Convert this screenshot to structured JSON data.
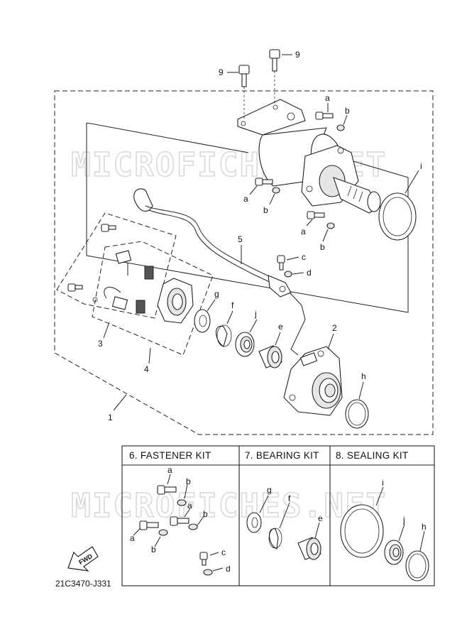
{
  "diagram": {
    "code": "21C3470-J331",
    "watermark": "MICROFICHES.NET",
    "fwd_label": "FWD",
    "callouts": {
      "n1": "1",
      "n2": "2",
      "n3": "3",
      "n4": "4",
      "n5": "5",
      "n9": "9",
      "a": "a",
      "b": "b",
      "c": "c",
      "d": "d",
      "e": "e",
      "f": "f",
      "g": "g",
      "h": "h",
      "i": "i",
      "j": "j"
    },
    "kits": [
      {
        "title": "6.  FASTENER KIT"
      },
      {
        "title": "7.  BEARING KIT"
      },
      {
        "title": "8.  SEALING KIT"
      }
    ]
  }
}
